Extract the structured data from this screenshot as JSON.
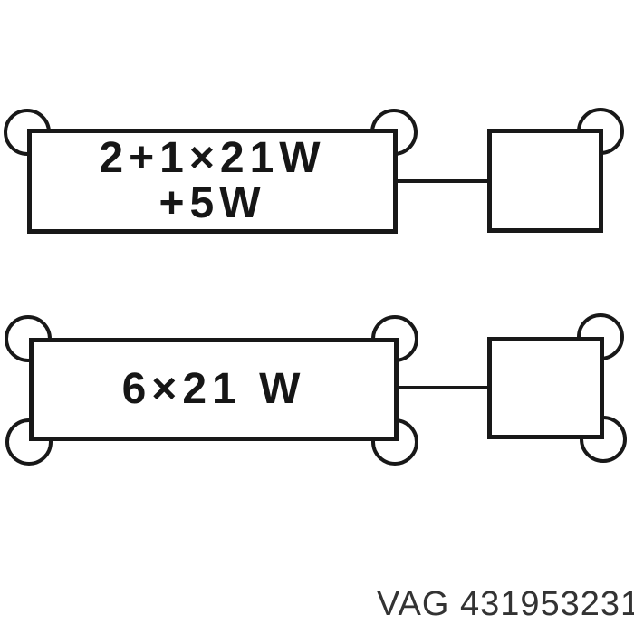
{
  "page": {
    "background": "#ffffff",
    "ink_color": "#181818",
    "caption_color": "#333333"
  },
  "diagrams": {
    "top": {
      "description": "relay with one connector block, pins on top corners",
      "label_line1": "2+1×21W",
      "label_line2": "+5W"
    },
    "bottom": {
      "description": "relay with one connector block, pins on all four corners",
      "label": "6×21 W"
    }
  },
  "caption": {
    "brand": "VAG",
    "part_number": "431953231",
    "text": "VAG 431953231"
  }
}
